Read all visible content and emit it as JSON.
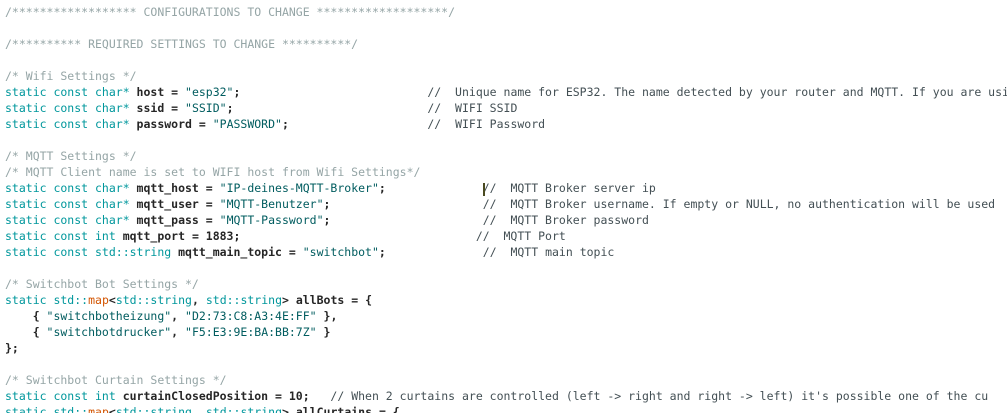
{
  "editor": {
    "background": "#ffffff",
    "colors": {
      "comment_block": "#95a5a6",
      "comment_line": "#434f54",
      "keyword": "#00979c",
      "string": "#005c5f",
      "function": "#d35400",
      "plain": "#262626",
      "caret": "#4a4a20"
    },
    "lines": [
      {
        "segments": [
          {
            "c": "comment_block",
            "t": "/****************** CONFIGURATIONS TO CHANGE *******************/"
          }
        ]
      },
      {
        "segments": []
      },
      {
        "segments": [
          {
            "c": "comment_block",
            "t": "/********** REQUIRED SETTINGS TO CHANGE **********/"
          }
        ]
      },
      {
        "segments": []
      },
      {
        "segments": [
          {
            "c": "comment_block",
            "t": "/* Wifi Settings */"
          }
        ]
      },
      {
        "segments": [
          {
            "c": "keyword",
            "t": "static const char*"
          },
          {
            "c": "plain",
            "t": " host = "
          },
          {
            "c": "string",
            "t": "\"esp32\""
          },
          {
            "c": "plain",
            "t": ";                           "
          },
          {
            "c": "comment_line",
            "t": "//  Unique name for ESP32. The name detected by your router and MQTT. If you are usi"
          }
        ]
      },
      {
        "segments": [
          {
            "c": "keyword",
            "t": "static const char*"
          },
          {
            "c": "plain",
            "t": " ssid = "
          },
          {
            "c": "string",
            "t": "\"SSID\""
          },
          {
            "c": "plain",
            "t": ";                            "
          },
          {
            "c": "comment_line",
            "t": "//  WIFI SSID"
          }
        ]
      },
      {
        "segments": [
          {
            "c": "keyword",
            "t": "static const char*"
          },
          {
            "c": "plain",
            "t": " password = "
          },
          {
            "c": "string",
            "t": "\"PASSWORD\""
          },
          {
            "c": "plain",
            "t": ";                    "
          },
          {
            "c": "comment_line",
            "t": "//  WIFI Password"
          }
        ]
      },
      {
        "segments": []
      },
      {
        "segments": [
          {
            "c": "comment_block",
            "t": "/* MQTT Settings */"
          }
        ]
      },
      {
        "segments": [
          {
            "c": "comment_block",
            "t": "/* MQTT Client name is set to WIFI host from Wifi Settings*/"
          }
        ]
      },
      {
        "segments": [
          {
            "c": "keyword",
            "t": "static const char*"
          },
          {
            "c": "plain",
            "t": " mqtt_host = "
          },
          {
            "c": "string",
            "t": "\"IP-deines-MQTT-Broker\""
          },
          {
            "c": "plain",
            "t": ";              "
          },
          {
            "caret": true
          },
          {
            "c": "comment_line",
            "t": "//  MQTT Broker server ip"
          }
        ]
      },
      {
        "segments": [
          {
            "c": "keyword",
            "t": "static const char*"
          },
          {
            "c": "plain",
            "t": " mqtt_user = "
          },
          {
            "c": "string",
            "t": "\"MQTT-Benutzer\""
          },
          {
            "c": "plain",
            "t": ";                      "
          },
          {
            "c": "comment_line",
            "t": "//  MQTT Broker username. If empty or NULL, no authentication will be used"
          }
        ]
      },
      {
        "segments": [
          {
            "c": "keyword",
            "t": "static const char*"
          },
          {
            "c": "plain",
            "t": " mqtt_pass = "
          },
          {
            "c": "string",
            "t": "\"MQTT-Password\""
          },
          {
            "c": "plain",
            "t": ";                      "
          },
          {
            "c": "comment_line",
            "t": "//  MQTT Broker password"
          }
        ]
      },
      {
        "segments": [
          {
            "c": "keyword",
            "t": "static const int"
          },
          {
            "c": "plain",
            "t": " mqtt_port = 1883;                                  "
          },
          {
            "c": "comment_line",
            "t": "//  MQTT Port"
          }
        ]
      },
      {
        "segments": [
          {
            "c": "keyword",
            "t": "static const std::string"
          },
          {
            "c": "plain",
            "t": " mqtt_main_topic = "
          },
          {
            "c": "string",
            "t": "\"switchbot\""
          },
          {
            "c": "plain",
            "t": ";              "
          },
          {
            "c": "comment_line",
            "t": "//  MQTT main topic"
          }
        ]
      },
      {
        "segments": []
      },
      {
        "segments": [
          {
            "c": "comment_block",
            "t": "/* Switchbot Bot Settings */"
          }
        ]
      },
      {
        "segments": [
          {
            "c": "keyword",
            "t": "static std::"
          },
          {
            "c": "function",
            "t": "map"
          },
          {
            "c": "plain",
            "t": "<"
          },
          {
            "c": "keyword",
            "t": "std::string"
          },
          {
            "c": "plain",
            "t": ", "
          },
          {
            "c": "keyword",
            "t": "std::string"
          },
          {
            "c": "plain",
            "t": "> allBots = {"
          }
        ]
      },
      {
        "segments": [
          {
            "c": "plain",
            "t": "    { "
          },
          {
            "c": "string",
            "t": "\"switchbotheizung\""
          },
          {
            "c": "plain",
            "t": ", "
          },
          {
            "c": "string",
            "t": "\"D2:73:C8:A3:4E:FF\""
          },
          {
            "c": "plain",
            "t": " },"
          }
        ]
      },
      {
        "segments": [
          {
            "c": "plain",
            "t": "    { "
          },
          {
            "c": "string",
            "t": "\"switchbotdrucker\""
          },
          {
            "c": "plain",
            "t": ", "
          },
          {
            "c": "string",
            "t": "\"F5:E3:9E:BA:BB:7Z\""
          },
          {
            "c": "plain",
            "t": " }"
          }
        ]
      },
      {
        "segments": [
          {
            "c": "plain",
            "t": "};"
          }
        ]
      },
      {
        "segments": []
      },
      {
        "segments": [
          {
            "c": "comment_block",
            "t": "/* Switchbot Curtain Settings */"
          }
        ]
      },
      {
        "segments": [
          {
            "c": "keyword",
            "t": "static const int"
          },
          {
            "c": "plain",
            "t": " curtainClosedPosition = 10;   "
          },
          {
            "c": "comment_line",
            "t": "// When 2 curtains are controlled (left -> right and right -> left) it's possible one of the cu"
          }
        ]
      },
      {
        "segments": [
          {
            "c": "keyword",
            "t": "static std::"
          },
          {
            "c": "function",
            "t": "map"
          },
          {
            "c": "plain",
            "t": "<"
          },
          {
            "c": "keyword",
            "t": "std::string"
          },
          {
            "c": "plain",
            "t": ", "
          },
          {
            "c": "keyword",
            "t": "std::string"
          },
          {
            "c": "plain",
            "t": "> allCurtains = {"
          }
        ]
      }
    ]
  }
}
